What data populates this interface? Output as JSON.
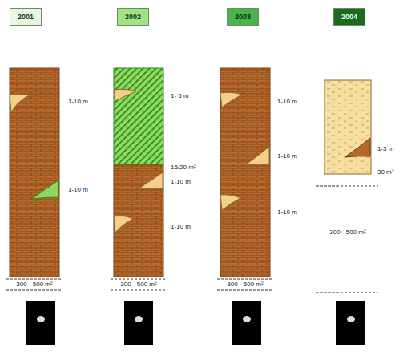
{
  "diagram": {
    "nodes": [
      {
        "text": [
          "2001"
        ]
      },
      {
        "text": [
          "2002"
        ]
      },
      {
        "text": [
          "2003"
        ]
      },
      {
        "text": [
          "2004"
        ]
      }
    ],
    "labels": [
      "1-10 m",
      "1-10 m",
      "300 - 500 m²",
      "1- 5 m",
      "15/20 m²",
      "1-10 m",
      "1-10 m",
      "300 - 500 m²",
      "1-10 m",
      "1-10 m",
      "1-10 m",
      "300 - 500 m²",
      "1-3 m",
      "30 m²",
      "300 - 500 m²"
    ]
  }
}
